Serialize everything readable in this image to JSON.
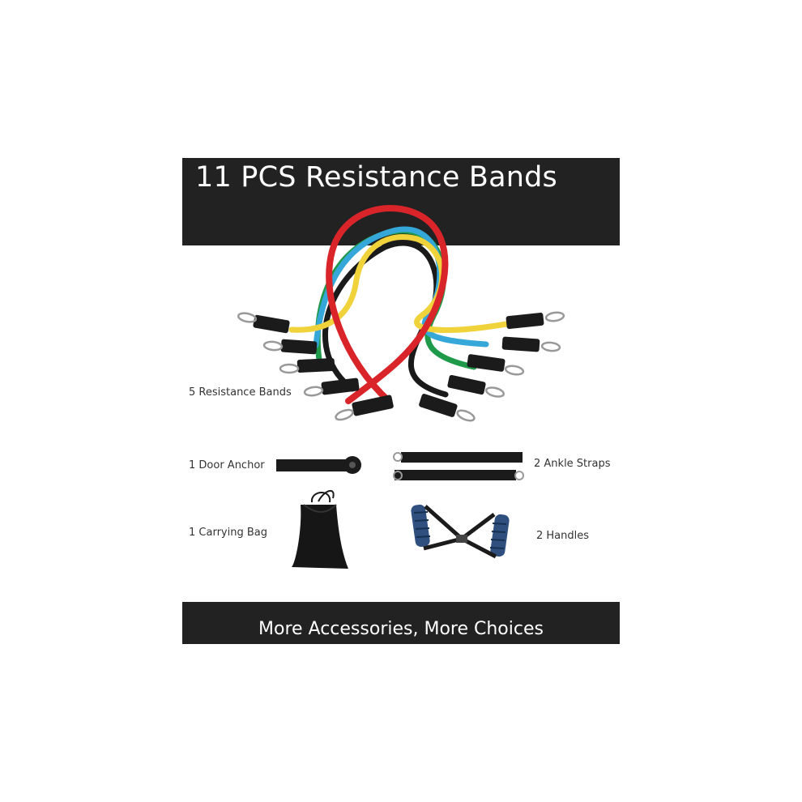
{
  "header": {
    "title": "11 PCS Resistance Bands"
  },
  "footer": {
    "tagline": "More Accessories, More Choices"
  },
  "items": {
    "bands": "5 Resistance Bands",
    "door_anchor": "1 Door Anchor",
    "ankle_straps": "2 Ankle Straps",
    "bag": "1 Carrying Bag",
    "handles": "2 Handles"
  },
  "colors": {
    "banner": "#222222",
    "band_red": "#d9242a",
    "band_yellow": "#f0d23a",
    "band_blue": "#35a7d8",
    "band_green": "#1f9a4a",
    "band_black": "#1a1a1a",
    "foam_blue": "#2f4f7f"
  },
  "icons": [
    "resistance-bands-icon",
    "door-anchor-icon",
    "ankle-straps-icon",
    "carrying-bag-icon",
    "handles-icon"
  ]
}
